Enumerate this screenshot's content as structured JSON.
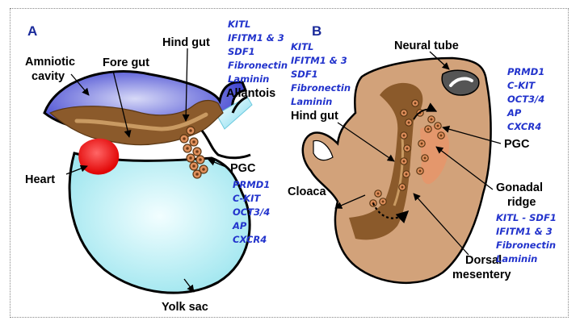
{
  "panelA": {
    "letter": "A",
    "labels": {
      "amniotic_line1": "Amniotic",
      "amniotic_line2": "cavity",
      "fore_gut": "Fore gut",
      "hind_gut": "Hind gut",
      "allantois": "Allantois",
      "heart": "Heart",
      "pgc": "PGC",
      "yolk_sac": "Yolk sac"
    },
    "hindgut_molecules": [
      "KITL",
      "IFITM1 & 3",
      "SDF1",
      "Fibronectin",
      "Laminin"
    ],
    "pgc_markers": [
      "PRMD1",
      "C-KIT",
      "OCT3/4",
      "AP",
      "CXCR4"
    ]
  },
  "panelB": {
    "letter": "B",
    "labels": {
      "neural_tube": "Neural tube",
      "hind_gut": "Hind gut",
      "cloaca": "Cloaca",
      "pgc": "PGC",
      "gonadal_line1": "Gonadal",
      "gonadal_line2": "ridge",
      "dorsal_line1": "Dorsal",
      "dorsal_line2": "mesentery"
    },
    "hindgut_molecules": [
      "KITL",
      "IFITM1 & 3",
      "SDF1",
      "Fibronectin",
      "Laminin"
    ],
    "pgc_markers": [
      "PRMD1",
      "C-KIT",
      "OCT3/4",
      "AP",
      "CXCR4"
    ],
    "gonadal_molecules": [
      "KITL - SDF1",
      "IFITM1 & 3",
      "Fibronectin",
      "Laminin"
    ]
  },
  "colors": {
    "amnion": "#3b3fcf",
    "yolk": "#bff4f8",
    "gut": "#8b5a2b",
    "heart": "#ff0000",
    "embryo_tan": "#d2a27a",
    "pgc_fill": "#e0905c",
    "molecule_text": "#2233cc"
  }
}
